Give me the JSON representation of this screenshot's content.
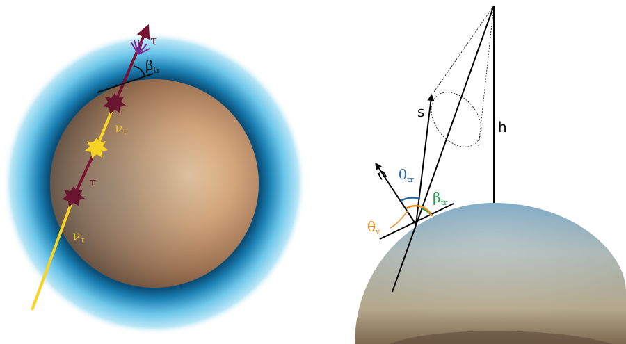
{
  "left_panel": {
    "labels": {
      "tau_top": "τ",
      "beta_tr": "β",
      "beta_tr_sub": "tr",
      "nu_tau_upper": "ν",
      "nu_tau_upper_sub": "τ",
      "tau_mid": "τ",
      "nu_tau_lower": "ν",
      "nu_tau_lower_sub": "τ"
    },
    "colors": {
      "planet_light": "#e2bd96",
      "planet_mid": "#b7875f",
      "planet_dark": "#6e4f3b",
      "atmosphere_inner": "#0b5a86",
      "atmosphere_outer": "#7fd0ee",
      "tau_track": "#7a1232",
      "neutrino_track": "#f7d323",
      "interaction_star": "#6a1530",
      "interaction_star_yellow": "#f7d323",
      "shower": "#7b2a8e"
    }
  },
  "right_panel": {
    "labels": {
      "s": "s",
      "h": "h",
      "n": "n",
      "theta_tr": "θ",
      "theta_tr_sub": "tr",
      "beta_tr": "β",
      "beta_tr_sub": "tr",
      "theta_v": "θ",
      "theta_v_sub": "v"
    },
    "colors": {
      "theta_tr": "#2a6aa8",
      "beta_tr": "#1ea34b",
      "theta_v": "#f08c1e",
      "ground_top": "#7fa6bd",
      "ground_bottom": "#a58a66"
    }
  }
}
